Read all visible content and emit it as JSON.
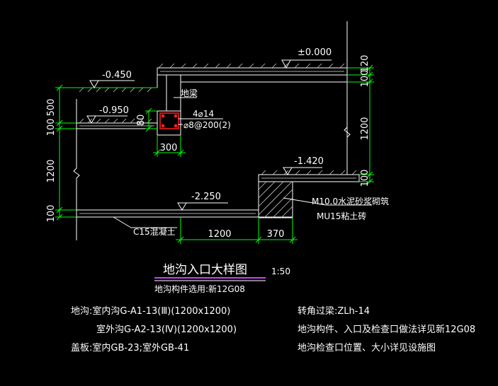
{
  "drawing": {
    "title": "地沟入口大样图",
    "scale": "1:50",
    "subtitle": "地沟构件选用:新12G08",
    "levels": {
      "top": "±0.000",
      "left_upper": "-0.450",
      "left_lower": "-0.950",
      "right_mid": "-1.420",
      "bottom": "-2.250"
    },
    "left_dims": [
      "500",
      "100",
      "1200",
      "100"
    ],
    "right_dims": [
      "120",
      "100",
      "1200",
      "100"
    ],
    "beam_height": "80",
    "beam_width": "300",
    "bottom_dims": [
      "1200",
      "370"
    ],
    "labels": {
      "beam_name": "地梁",
      "rebar_main": "4⌀14",
      "rebar_stirrup": "⌀8@200(2)",
      "mortar": "M10.0水泥砂浆砌筑",
      "brick": "MU15粘土砖",
      "concrete": "C15混凝土"
    },
    "notes_left": [
      "地沟:室内沟G-A1-13(Ⅲ)(1200x1200)",
      "室外沟G-A2-13(Ⅳ)(1200x1200)",
      "盖板:室内GB-23;室外GB-41"
    ],
    "notes_right": [
      "转角过梁:ZLh-14",
      "地沟构件、入口及检查口做法详见新12G08",
      "地沟检查口位置、大小详见设施图"
    ]
  },
  "colors": {
    "background": "#000000",
    "outline": "#ffffff",
    "dimension": "#00ff00",
    "beam": "#ff2020",
    "hatch": "#c8c8c8",
    "title_underline": "#d040ff"
  }
}
